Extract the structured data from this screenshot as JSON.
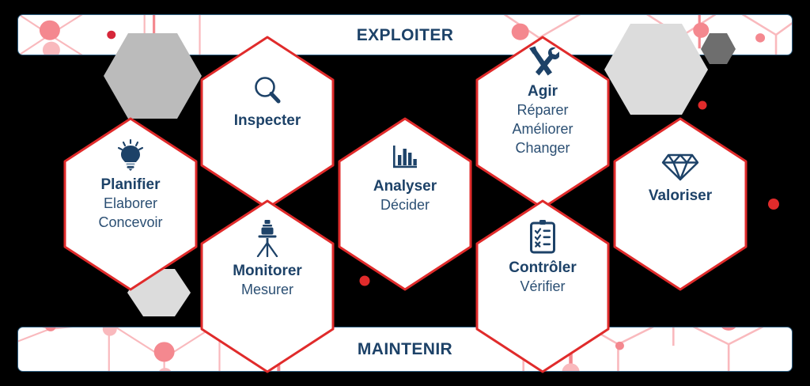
{
  "diagram": {
    "title_top": "EXPLOITER",
    "title_bottom": "MAINTENIR",
    "colors": {
      "background": "#000000",
      "hex_fill": "#ffffff",
      "hex_border": "#e02b2b",
      "navy": "#1d4268",
      "navy_sub": "#2b4f73",
      "banner_border": "#2e5f82",
      "deco_pink": "#f4888f",
      "deco_pink_light": "#f9b9bd",
      "gray_mid": "#bbbbbb",
      "gray_light": "#dcdcdc",
      "gray_dark": "#6e6e6e",
      "red_dot": "#e02b2b"
    }
  },
  "cells": [
    {
      "id": "planifier",
      "icon": "lightbulb-icon",
      "title": "Planifier",
      "subtitles": [
        "Elaborer",
        "Concevoir"
      ]
    },
    {
      "id": "inspecter",
      "icon": "magnifier-icon",
      "title": "Inspecter",
      "subtitles": []
    },
    {
      "id": "monitorer",
      "icon": "theodolite-icon",
      "title": "Monitorer",
      "subtitles": [
        "Mesurer"
      ]
    },
    {
      "id": "analyser",
      "icon": "bar-chart-icon",
      "title": "Analyser",
      "subtitles": [
        "Décider"
      ]
    },
    {
      "id": "agir",
      "icon": "hammer-wrench-icon",
      "title": "Agir",
      "subtitles": [
        "Réparer",
        "Améliorer",
        "Changer"
      ]
    },
    {
      "id": "controler",
      "icon": "clipboard-check-icon",
      "title": "Contrôler",
      "subtitles": [
        "Vérifier"
      ]
    },
    {
      "id": "valoriser",
      "icon": "diamond-icon",
      "title": "Valoriser",
      "subtitles": []
    }
  ]
}
